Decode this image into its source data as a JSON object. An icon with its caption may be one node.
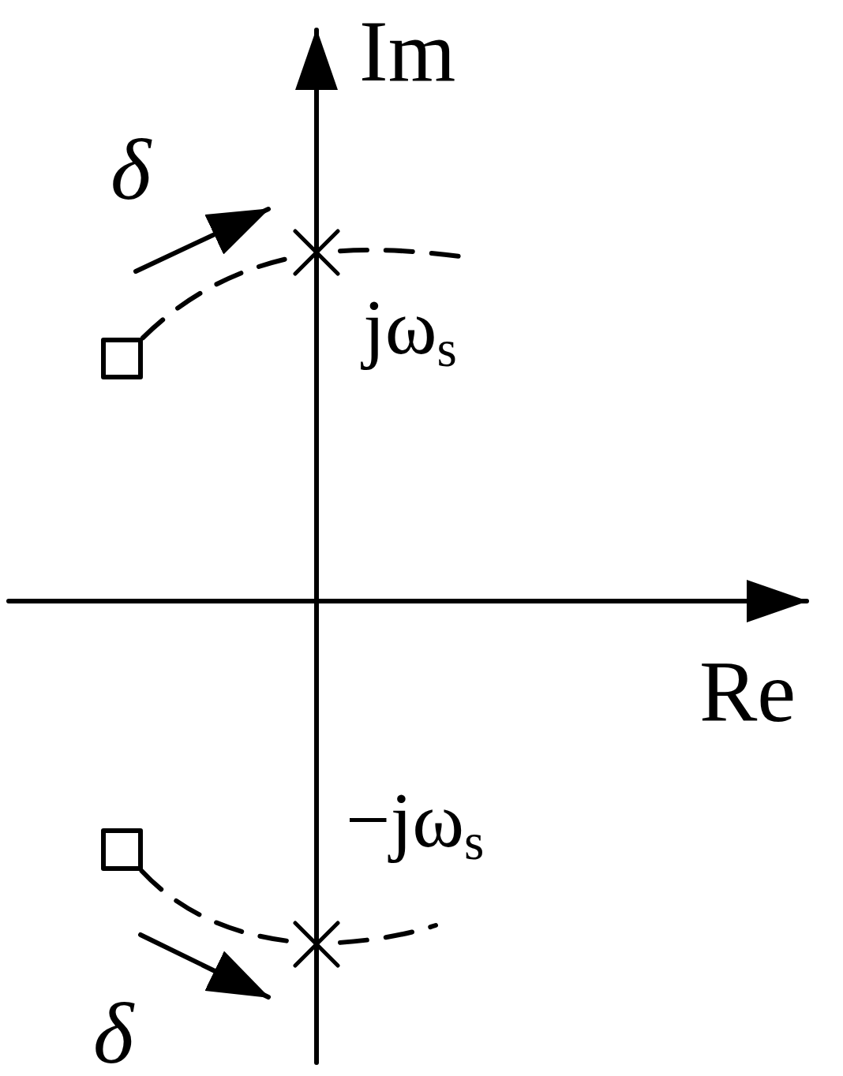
{
  "diagram": {
    "nodes": [
      {
        "text": [],
        "shape": "box"
      },
      {
        "text": [],
        "shape": "cross",
        "beside": [
          "jω$_{s}$"
        ]
      },
      {
        "text": [],
        "shape": "box"
      },
      {
        "text": [],
        "shape": "cross",
        "beside": [
          "−jω$_{s}$"
        ]
      }
    ],
    "edges": [
      {
        "from": 0,
        "to": 1,
        "arrow": "none",
        "style": "dashed"
      },
      {
        "from": 1,
        "to": null,
        "arrow": "none",
        "style": "dashed"
      },
      {
        "from": 2,
        "to": 3,
        "arrow": "none",
        "style": "dashed"
      },
      {
        "from": 3,
        "to": null,
        "arrow": "none",
        "style": "dashed"
      }
    ],
    "labels": [
      "Im",
      "δ",
      "Re",
      "δ"
    ]
  }
}
